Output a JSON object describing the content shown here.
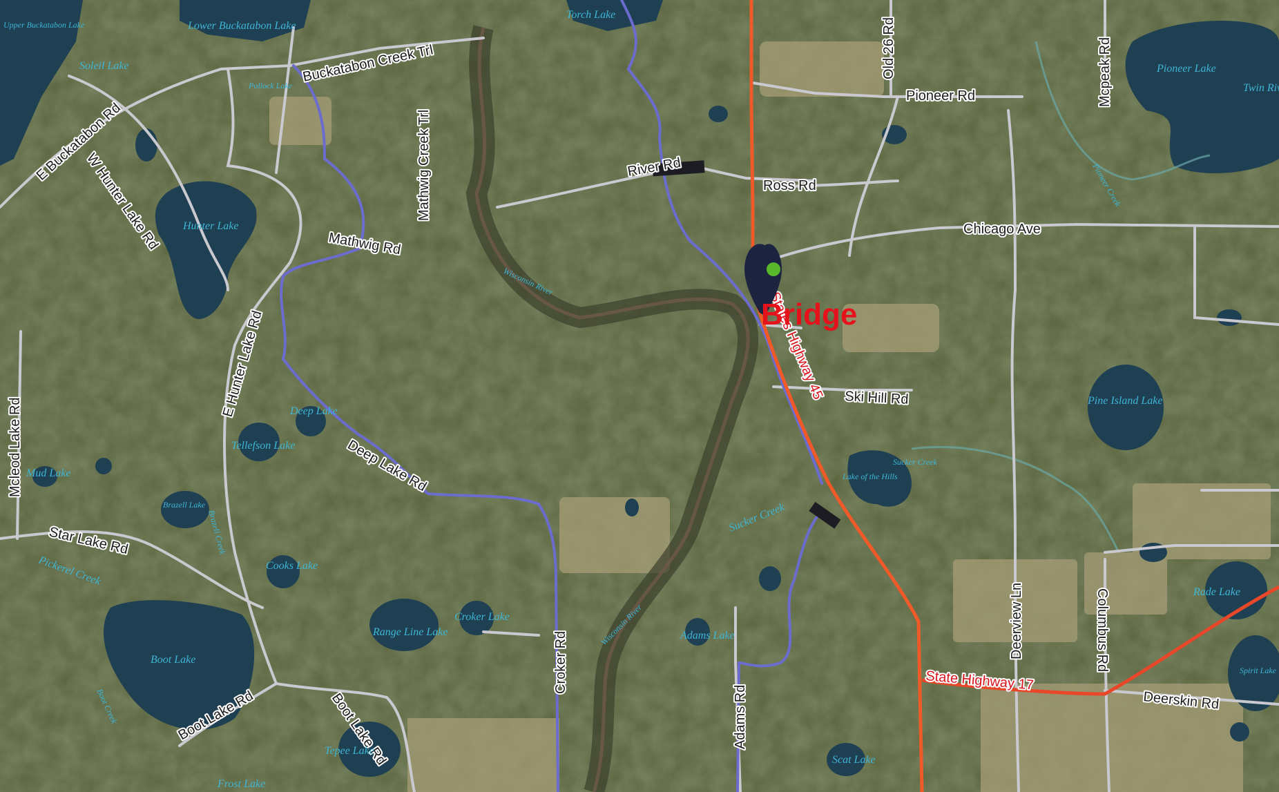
{
  "map": {
    "feature_label": "Bridge",
    "roads": {
      "upper_buckatabon_lake": "Upper Buckatabon Lake",
      "buckatabon_creek_trl": "Buckatabon Creek Trl",
      "e_buckatabon_rd": "E Buckatabon Rd",
      "w_hunter_lake_rd": "W Hunter Lake Rd",
      "mathwig_creek_trl": "Mathwig Creek Trl",
      "mathwig_rd": "Mathwig Rd",
      "river_rd": "River Rd",
      "ross_rd": "Ross Rd",
      "old_26_rd": "Old 26 Rd",
      "pioneer_rd": "Pioneer Rd",
      "mcpeak_rd": "Mcpeak Rd",
      "chicago_ave": "Chicago Ave",
      "e_hunter_lake_rd": "E Hunter Lake Rd",
      "ski_hill_rd": "Ski Hill Rd",
      "mcleod_lake_rd": "Mcleod Lake Rd",
      "deep_lake_rd": "Deep Lake Rd",
      "star_lake_rd": "Star Lake Rd",
      "croker_rd": "Croker Rd",
      "adams_rd": "Adams Rd",
      "deerview_ln": "Deerview Ln",
      "columbus_rd": "Columbus Rd",
      "deerskin_rd": "Deerskin Rd",
      "boot_lake_rd_1": "Boot Lake Rd",
      "boot_lake_rd_2": "Boot Lake Rd"
    },
    "highways": {
      "us_45": "United States Highway 45",
      "sh_17": "State Highway 17"
    },
    "water": {
      "lower_buckatabon_lake": "Lower Buckatabon Lake",
      "torch_lake": "Torch Lake",
      "soleil_lake": "Soleil Lake",
      "pollock_lake": "Pollock Lake",
      "hunter_lake": "Hunter Lake",
      "pioneer_lake": "Pioneer Lake",
      "twin_rivers": "Twin Rivers",
      "pioneer_creek": "Pioneer Creek",
      "wisconsin_river_1": "Wisconsin River",
      "wisconsin_river_2": "Wisconsin River",
      "deep_lake": "Deep Lake",
      "tellefson_lake": "Tellefson Lake",
      "mud_lake": "Mud Lake",
      "brazell_lake": "Brazell Lake",
      "brazell_creek": "Brazell Creek",
      "cooks_lake": "Cooks Lake",
      "pickerel_creek": "Pickerel Creek",
      "range_line_lake": "Range Line Lake",
      "croker_lake": "Croker Lake",
      "boot_lake": "Boot Lake",
      "boot_creek": "Boot Creek",
      "tepee_lake": "Tepee Lake",
      "frost_lake": "Frost Lake",
      "adams_lake": "Adams Lake",
      "lake_of_the_hills": "Lake of the Hills",
      "sucker_creek_1": "Sucker Creek",
      "sucker_creek_2": "Sucker Creek",
      "pine_island_lake": "Pine Island Lake",
      "rade_lake": "Rade Lake",
      "spirit_lake": "Spirit Lake",
      "scat_lake": "Scat Lake"
    },
    "colors": {
      "imagery": "#5b6640",
      "water": "#1f3f52",
      "road": "#c9c9cf",
      "us_highway": "#f05a28",
      "state_highway": "#e8472a",
      "trail": "#6c6ccf",
      "bridge_marker": "#1c2440",
      "bridge_dot": "#5ab82c",
      "label_red": "#e5121c",
      "water_label": "#3fb6d6"
    }
  }
}
